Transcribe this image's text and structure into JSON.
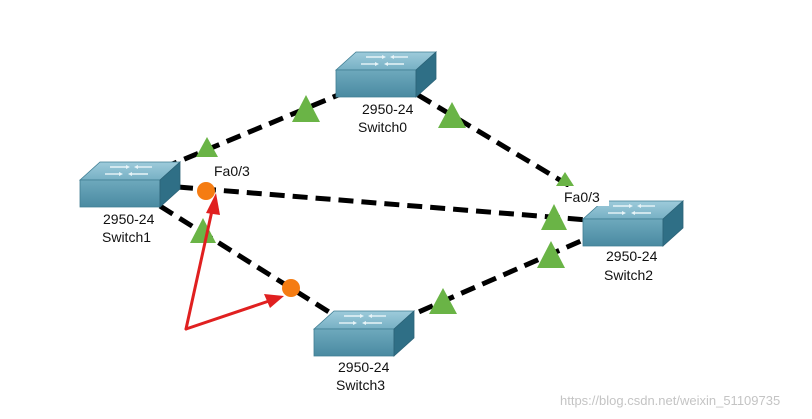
{
  "devices": [
    {
      "id": "sw0",
      "model": "2950-24",
      "name": "Switch0"
    },
    {
      "id": "sw1",
      "model": "2950-24",
      "name": "Switch1"
    },
    {
      "id": "sw2",
      "model": "2950-24",
      "name": "Switch2"
    },
    {
      "id": "sw3",
      "model": "2950-24",
      "name": "Switch3"
    }
  ],
  "ports": {
    "sw1_fa03": "Fa0/3",
    "sw2_fa03": "Fa0/3"
  },
  "links": [
    {
      "from": "Switch1",
      "to": "Switch0",
      "status": "up"
    },
    {
      "from": "Switch0",
      "to": "Switch2",
      "status": "up"
    },
    {
      "from": "Switch1",
      "to": "Switch2",
      "status": "blocking"
    },
    {
      "from": "Switch1",
      "to": "Switch3",
      "status": "blocking"
    },
    {
      "from": "Switch3",
      "to": "Switch2",
      "status": "up"
    }
  ],
  "colors": {
    "link_up": "#6ab446",
    "link_blocking": "#f57c12",
    "annotation_arrow": "#e02020",
    "switch_body": "#5a9bb0"
  },
  "watermark": "https://blog.csdn.net/weixin_51109735"
}
